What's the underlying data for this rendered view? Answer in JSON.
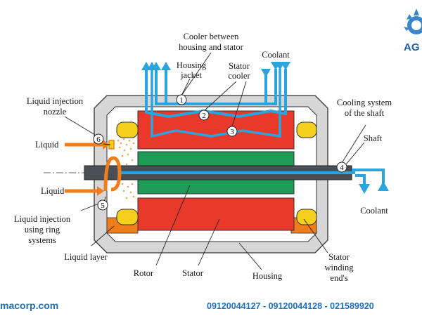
{
  "labels": {
    "cooler_between": [
      "Cooler between",
      "housing and stator"
    ],
    "coolant_top": "Coolant",
    "housing_jacket": [
      "Housing",
      "jacket"
    ],
    "stator_cooler": [
      "Stator",
      "cooler"
    ],
    "liquid_injection_nozzle": [
      "Liquid injection",
      "nozzle"
    ],
    "cooling_system_shaft": [
      "Cooling system",
      "of the shaft"
    ],
    "shaft": "Shaft",
    "liquid_top": "Liquid",
    "liquid_bottom": "Liquid",
    "liquid_injection_ring": [
      "Liquid injection",
      "using ring",
      "systems"
    ],
    "coolant_right": "Coolant",
    "liquid_layer": "Liquid layer",
    "rotor": "Rotor",
    "stator": "Stator",
    "housing": "Housing",
    "stator_winding_ends": [
      "Stator",
      "winding",
      "end's"
    ]
  },
  "markers": [
    "1",
    "2",
    "3",
    "4",
    "5",
    "6"
  ],
  "footer": {
    "website": "macorp.com",
    "phones": "09120044127 - 09120044128 - 021589920"
  },
  "logo": {
    "text": "AG",
    "icon": "gear-drop-logo-icon"
  },
  "colors": {
    "housing": "#d3d3d3",
    "stator": "#e8392a",
    "rotor": "#1e9b57",
    "shaft": "#4a4f55",
    "coolant": "#2aa4dc",
    "liquid": "#f07d1a",
    "winding_end": "#f4d01c"
  }
}
